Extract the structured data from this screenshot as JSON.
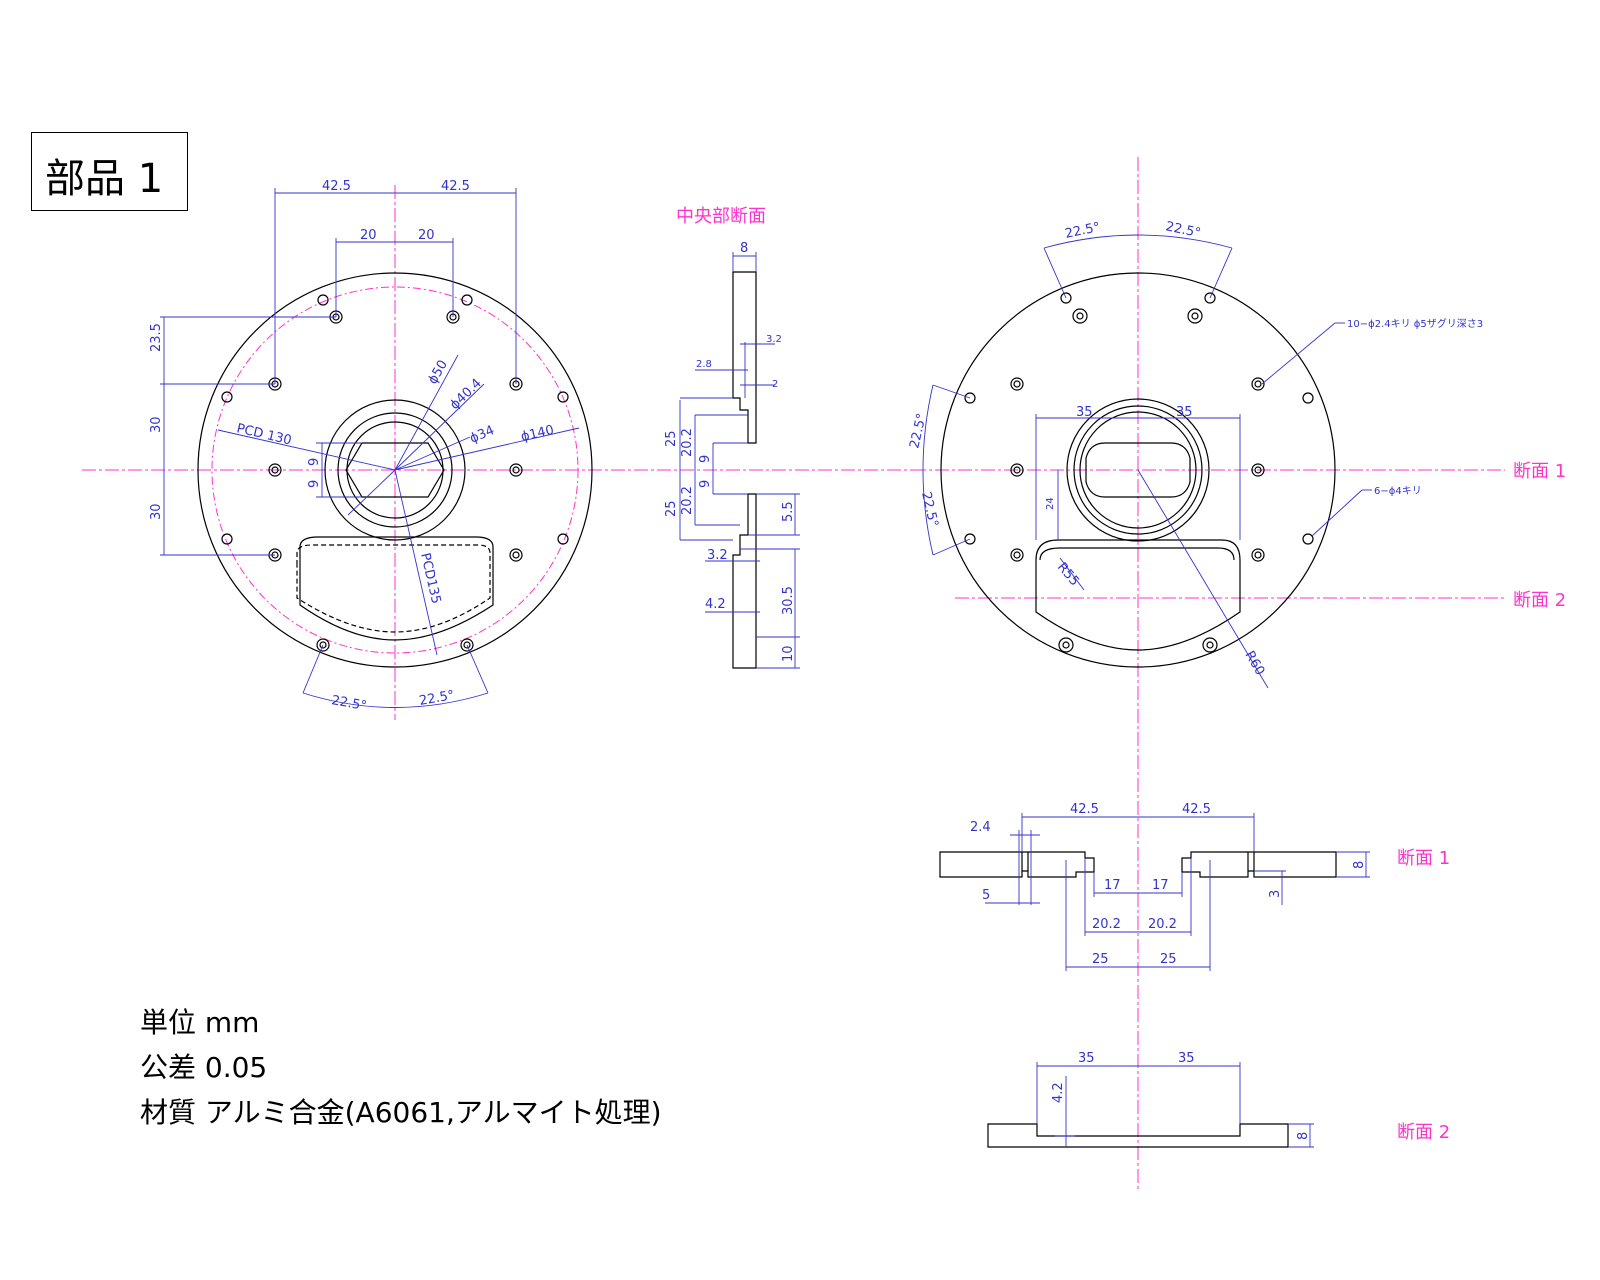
{
  "title": "部品 1",
  "center_section_title": "中央部断面",
  "section_labels": {
    "s1": "断面 1",
    "s2": "断面 2"
  },
  "notes": {
    "unit": "単位 mm",
    "tolerance": "公差 0.05",
    "material": "材質 アルミ合金(A6061,アルマイト処理)"
  },
  "front_view_dims": {
    "top_left": "42.5",
    "top_right": "42.5",
    "inner_left": "20",
    "inner_right": "20",
    "v_23_5": "23.5",
    "v_30a": "30",
    "v_30b": "30",
    "pcd130": "PCD 130",
    "pcd135": "PCD135",
    "d50": "ϕ50",
    "d40_4": "ϕ40.4",
    "d34": "ϕ34",
    "d140": "ϕ140",
    "nine_a": "9",
    "nine_b": "9",
    "ang_left": "22.5°",
    "ang_right": "22.5°"
  },
  "center_section_dims": {
    "w8": "8",
    "d3_2": "3.2",
    "d2_8": "2.8",
    "d2": "2",
    "d25a": "25",
    "d20_2a": "20.2",
    "d9a": "9",
    "d25b": "25",
    "d20_2b": "20.2",
    "d9b": "9",
    "d5_5": "5.5",
    "d3_2b": "3.2",
    "d30_5": "30.5",
    "d4_2": "4.2",
    "d10": "10"
  },
  "rear_view_dims": {
    "ang_top_left": "22.5°",
    "ang_top_right": "22.5°",
    "ang_left_upper": "22.5°",
    "ang_left_lower": "22.5°",
    "w35a": "35",
    "w35b": "35",
    "h24": "24",
    "r55": "R55",
    "r60": "R60",
    "hole_note_1": "10−ϕ2.4キリ ϕ5ザグリ深さ3",
    "hole_note_2": "6−ϕ4キリ"
  },
  "section1_dims": {
    "a42_5": "42.5",
    "b42_5": "42.5",
    "c2_4": "2.4",
    "d5": "5",
    "e17a": "17",
    "e17b": "17",
    "f20_2a": "20.2",
    "f20_2b": "20.2",
    "g25a": "25",
    "g25b": "25",
    "h8": "8",
    "i3": "3"
  },
  "section2_dims": {
    "a35": "35",
    "b35": "35",
    "c4_2": "4.2",
    "h8": "8"
  }
}
